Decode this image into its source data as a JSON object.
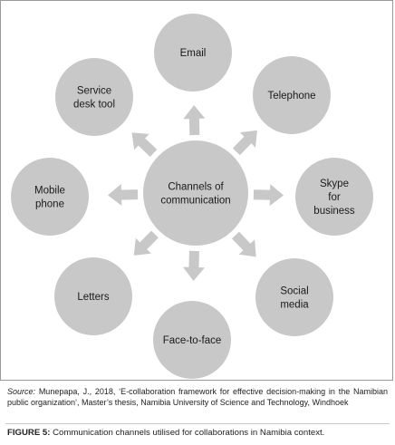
{
  "diagram": {
    "center": {
      "lines": [
        "Channels of",
        "communication"
      ]
    },
    "nodes": [
      {
        "id": "email",
        "lines": [
          "Email"
        ]
      },
      {
        "id": "telephone",
        "lines": [
          "Telephone"
        ]
      },
      {
        "id": "skype",
        "lines": [
          "Skype",
          "for",
          "business"
        ]
      },
      {
        "id": "social-media",
        "lines": [
          "Social",
          "media"
        ]
      },
      {
        "id": "face-to-face",
        "lines": [
          "Face-to-face"
        ]
      },
      {
        "id": "letters",
        "lines": [
          "Letters"
        ]
      },
      {
        "id": "mobile-phone",
        "lines": [
          "Mobile",
          "phone"
        ]
      },
      {
        "id": "service-desk-tool",
        "lines": [
          "Service",
          "desk tool"
        ]
      }
    ],
    "colors": {
      "node_fill": "#c8c8c8",
      "arrow_fill": "#c8c8c8",
      "text": "#1a1a1a"
    }
  },
  "source": {
    "label": "Source:",
    "text": "Munepapa, J., 2018, ‘E-collaboration framework for effective decision-making in the Namibian public organization’, Master’s thesis, Namibia University of Science and Technology, Windhoek"
  },
  "caption": {
    "label": "FIGURE 5:",
    "text": "Communication channels utilised for collaborations in Namibia context."
  }
}
